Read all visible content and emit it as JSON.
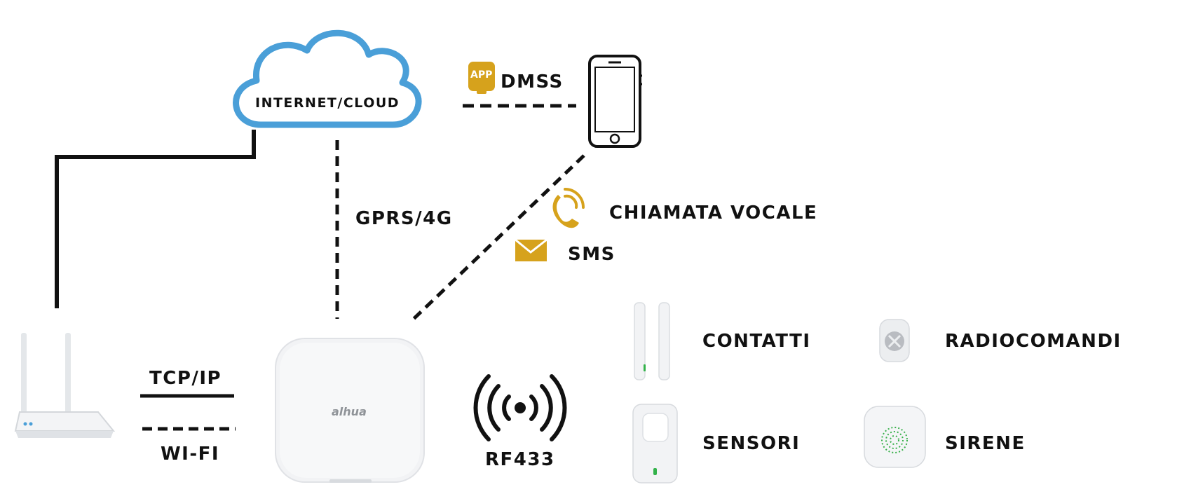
{
  "cloud": {
    "label": "INTERNET/CLOUD"
  },
  "app": {
    "badge": "APP",
    "label": "DMSS",
    "icon": "app-icon"
  },
  "links": {
    "gprs": "GPRS/4G",
    "tcpip": "TCP/IP",
    "wifi": "WI-FI",
    "rf": "RF433"
  },
  "alerts": [
    {
      "icon": "phone-call-icon",
      "label": "CHIAMATA VOCALE"
    },
    {
      "icon": "envelope-icon",
      "label": "SMS"
    }
  ],
  "hub": {
    "brand": "alhua"
  },
  "devices": [
    {
      "icon": "door-contact-icon",
      "label": "CONTATTI"
    },
    {
      "icon": "remote-control-icon",
      "label": "RADIOCOMANDI"
    },
    {
      "icon": "motion-sensor-icon",
      "label": "SENSORI"
    },
    {
      "icon": "siren-icon",
      "label": "SIRENE"
    }
  ],
  "colors": {
    "cloud": "#4a9fd8",
    "accent": "#d6a21c",
    "line": "#111111"
  }
}
